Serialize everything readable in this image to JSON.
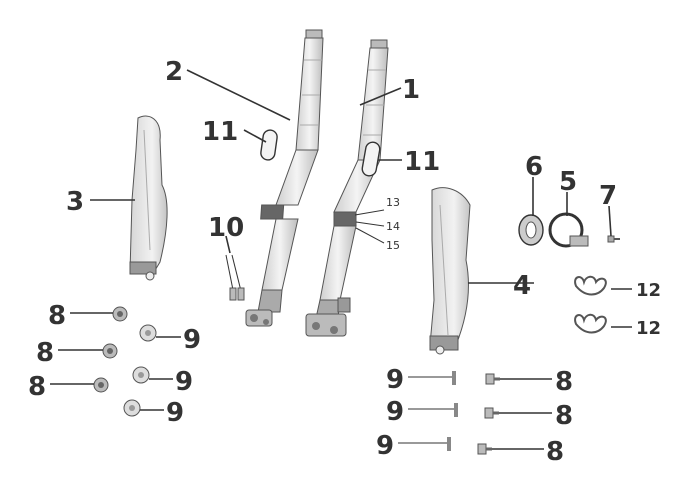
{
  "callouts": [
    {
      "id": "c1",
      "text": "1",
      "size": "large"
    },
    {
      "id": "c2",
      "text": "2",
      "size": "large"
    },
    {
      "id": "c3",
      "text": "3",
      "size": "large"
    },
    {
      "id": "c4",
      "text": "4",
      "size": "large"
    },
    {
      "id": "c5",
      "text": "5",
      "size": "large"
    },
    {
      "id": "c6",
      "text": "6",
      "size": "large"
    },
    {
      "id": "c7",
      "text": "7",
      "size": "large"
    },
    {
      "id": "c8a",
      "text": "8",
      "size": "large"
    },
    {
      "id": "c8b",
      "text": "8",
      "size": "large"
    },
    {
      "id": "c8c",
      "text": "8",
      "size": "large"
    },
    {
      "id": "c8d",
      "text": "8",
      "size": "large"
    },
    {
      "id": "c8e",
      "text": "8",
      "size": "large"
    },
    {
      "id": "c8f",
      "text": "8",
      "size": "large"
    },
    {
      "id": "c9a",
      "text": "9",
      "size": "large"
    },
    {
      "id": "c9b",
      "text": "9",
      "size": "large"
    },
    {
      "id": "c9c",
      "text": "9",
      "size": "large"
    },
    {
      "id": "c9d",
      "text": "9",
      "size": "large"
    },
    {
      "id": "c9e",
      "text": "9",
      "size": "large"
    },
    {
      "id": "c9f",
      "text": "9",
      "size": "large"
    },
    {
      "id": "c10",
      "text": "10",
      "size": "large"
    },
    {
      "id": "c11a",
      "text": "11",
      "size": "large"
    },
    {
      "id": "c11b",
      "text": "11",
      "size": "large"
    },
    {
      "id": "c12a",
      "text": "12",
      "size": "medium"
    },
    {
      "id": "c12b",
      "text": "12",
      "size": "medium"
    },
    {
      "id": "c13",
      "text": "13",
      "size": "small"
    },
    {
      "id": "c14",
      "text": "14",
      "size": "small"
    },
    {
      "id": "c15",
      "text": "15",
      "size": "small"
    }
  ],
  "colors": {
    "ink": "#333333",
    "part_fill": "#e8e8e8",
    "part_dark": "#9a9a9a"
  }
}
